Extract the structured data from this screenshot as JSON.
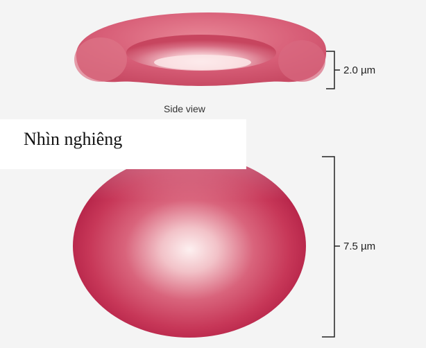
{
  "side_view": {
    "thickness_label": "2.0 µm",
    "view_label": "Side view"
  },
  "overlay": {
    "text": "Nhìn nghiêng"
  },
  "top_view": {
    "diameter_label": "7.5 µm"
  },
  "colors": {
    "background": "#f4f4f4",
    "cell_dark": "#b82048",
    "cell_mid": "#d9546e",
    "cell_light": "#fbe8ea",
    "bracket": "#222222"
  }
}
